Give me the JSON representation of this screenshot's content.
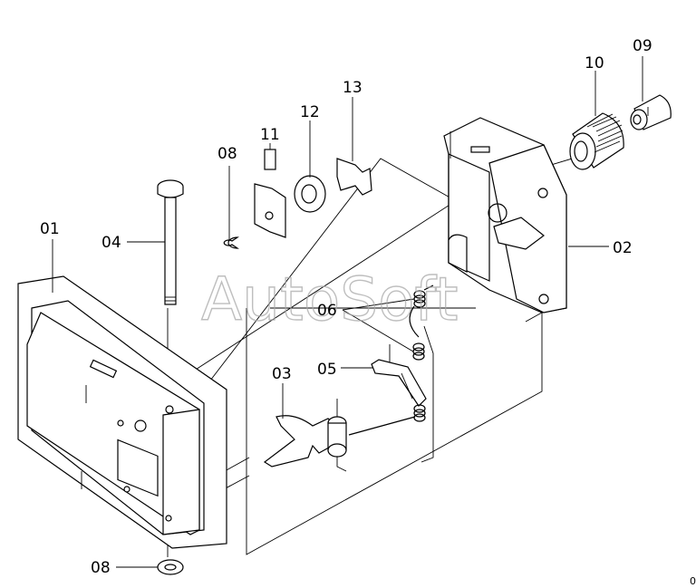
{
  "diagram": {
    "watermark": "AutoSoft",
    "corner_mark": "0",
    "labels": {
      "p01": "01",
      "p02": "02",
      "p03": "03",
      "p04": "04",
      "p05": "05",
      "p06": "06",
      "p08a": "08",
      "p08b": "08",
      "p09": "09",
      "p10": "10",
      "p11": "11",
      "p12": "12",
      "p13": "13"
    }
  }
}
